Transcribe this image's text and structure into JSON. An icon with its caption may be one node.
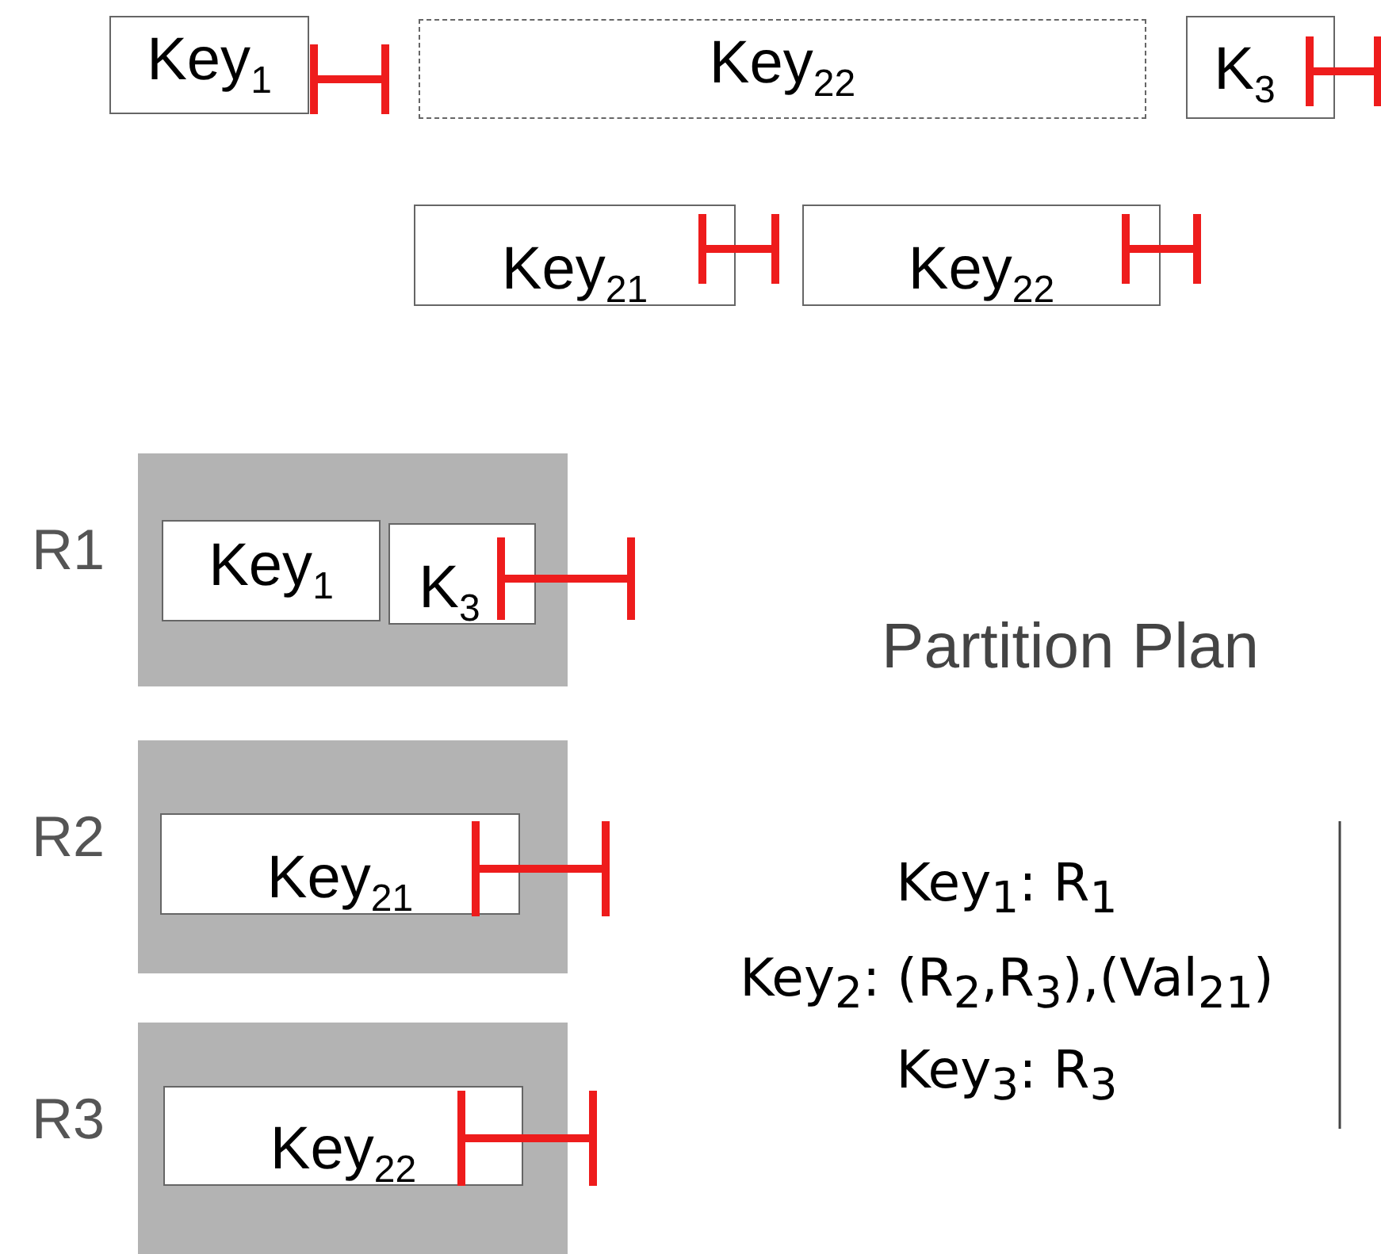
{
  "diagram": {
    "nodes": [
      {
        "text": [
          "Key$_{1}$"
        ]
      },
      {
        "text": [
          "Key$_{22}$"
        ]
      },
      {
        "text": [
          "K$_{3}$"
        ]
      },
      {
        "text": [
          "Key$_{21}$"
        ]
      },
      {
        "text": [
          "Key$_{22}$"
        ]
      },
      {
        "text": [
          "R1"
        ]
      },
      {
        "text": [
          "Key$_{1}$"
        ],
        "in": 5
      },
      {
        "text": [
          "K$_{3}$"
        ],
        "in": 5
      },
      {
        "text": [
          "R2"
        ]
      },
      {
        "text": [
          "Key$_{21}$"
        ],
        "in": 8
      },
      {
        "text": [
          "R3"
        ]
      },
      {
        "text": [
          "Key$_{22}$"
        ],
        "in": 10
      }
    ],
    "edges": [],
    "labels": [
      "Partition Plan",
      "Key$_{1}$: R$_{1}$",
      "Key$_{2}$: (R$_{2}$,R$_{3}$),(Val$_{21}$)",
      "Key$_{3}$: R$_{3}$"
    ]
  }
}
